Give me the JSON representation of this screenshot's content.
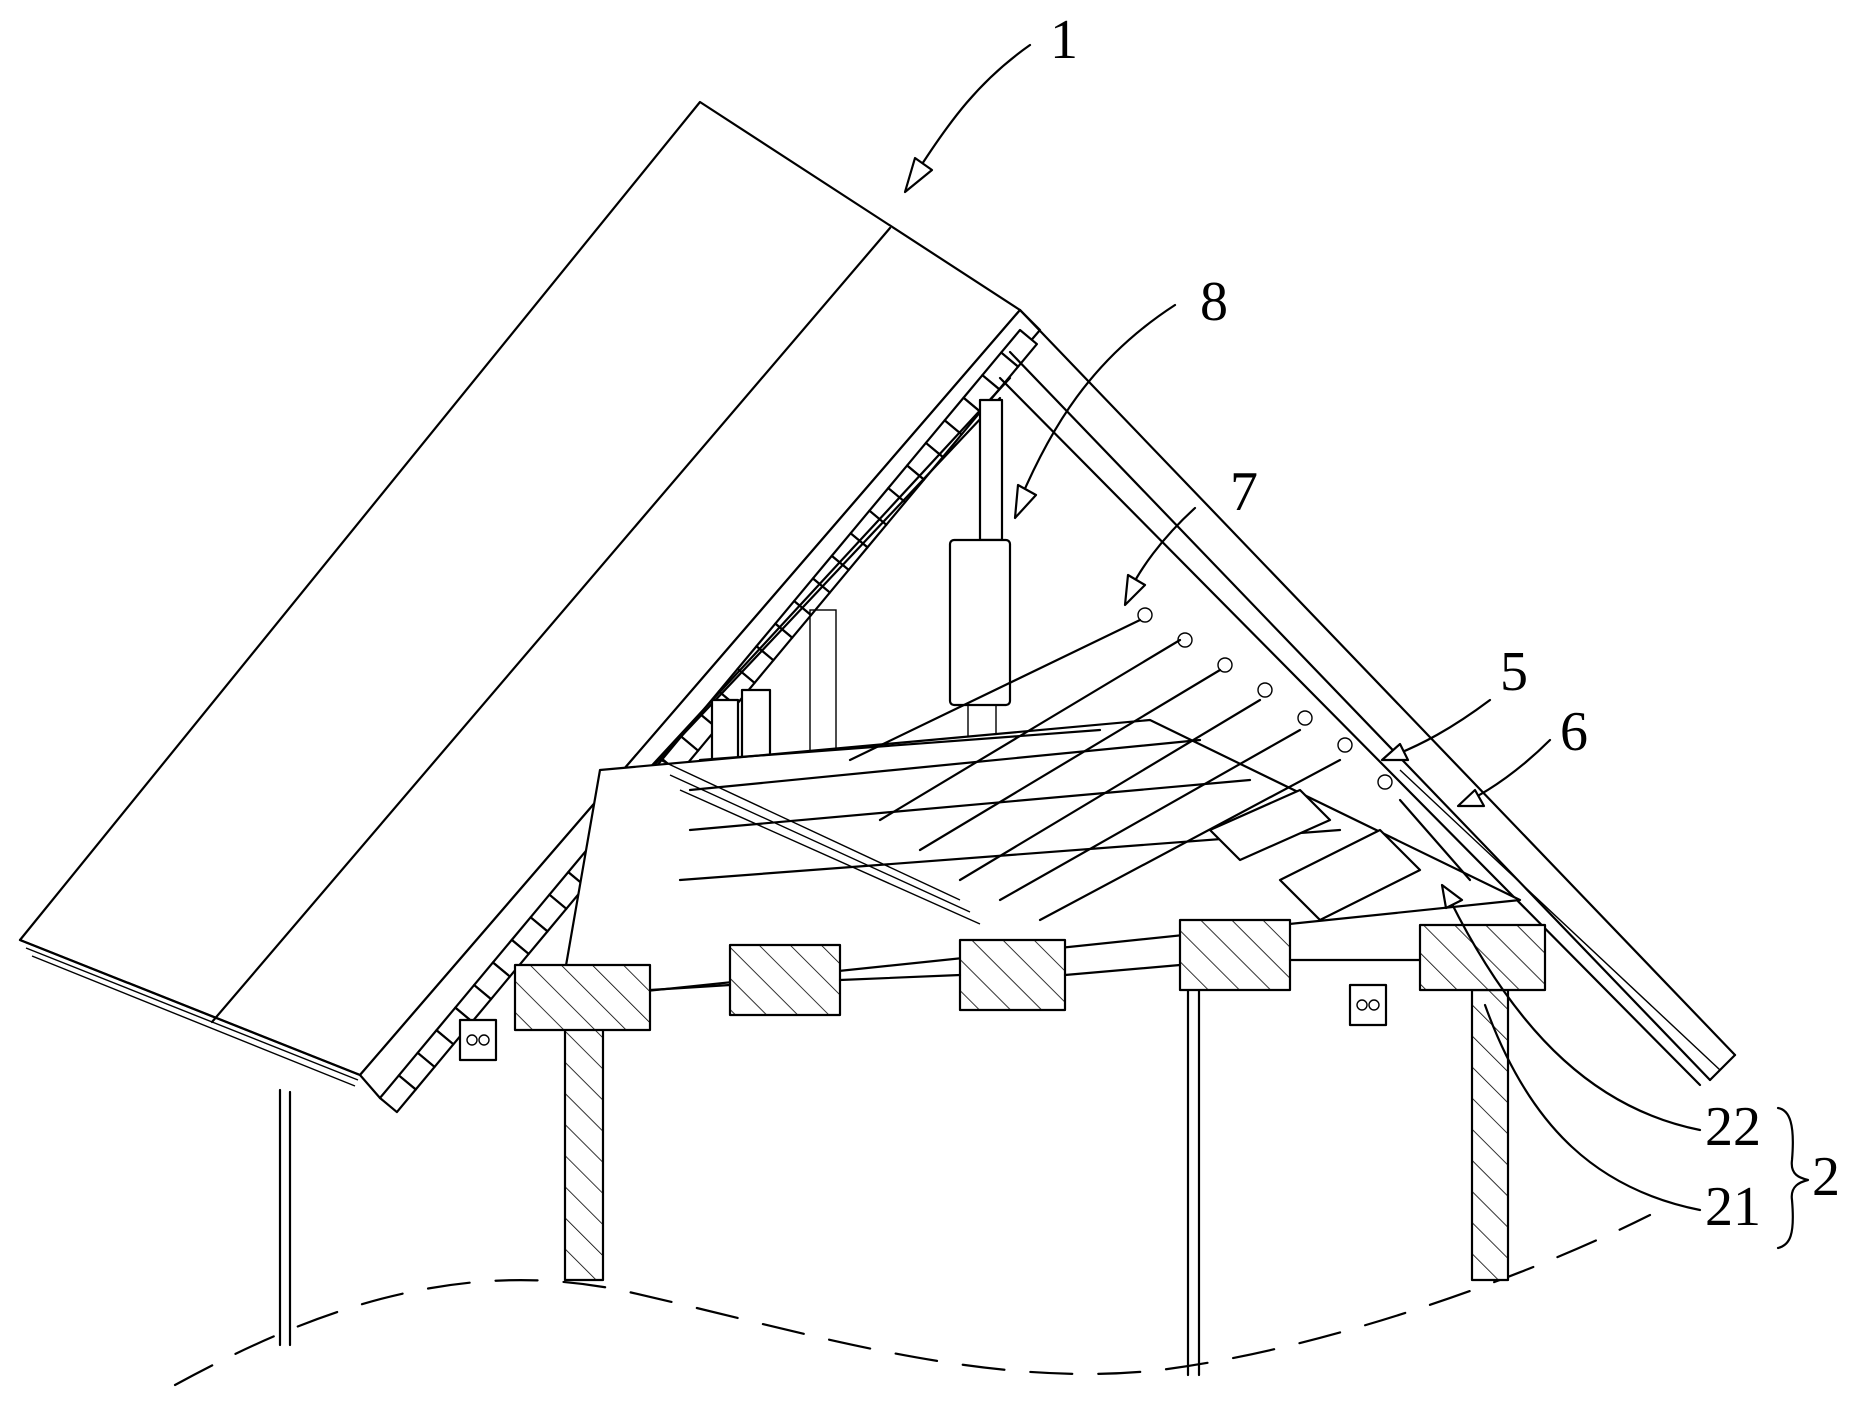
{
  "figure": {
    "labels": {
      "roof_ref": "1",
      "screw_ref": "8",
      "rod_ref": "7",
      "rail_ref": "5",
      "plate_ref": "6",
      "sub_ref_a": "22",
      "sub_ref_b": "21",
      "group_ref": "2"
    }
  }
}
